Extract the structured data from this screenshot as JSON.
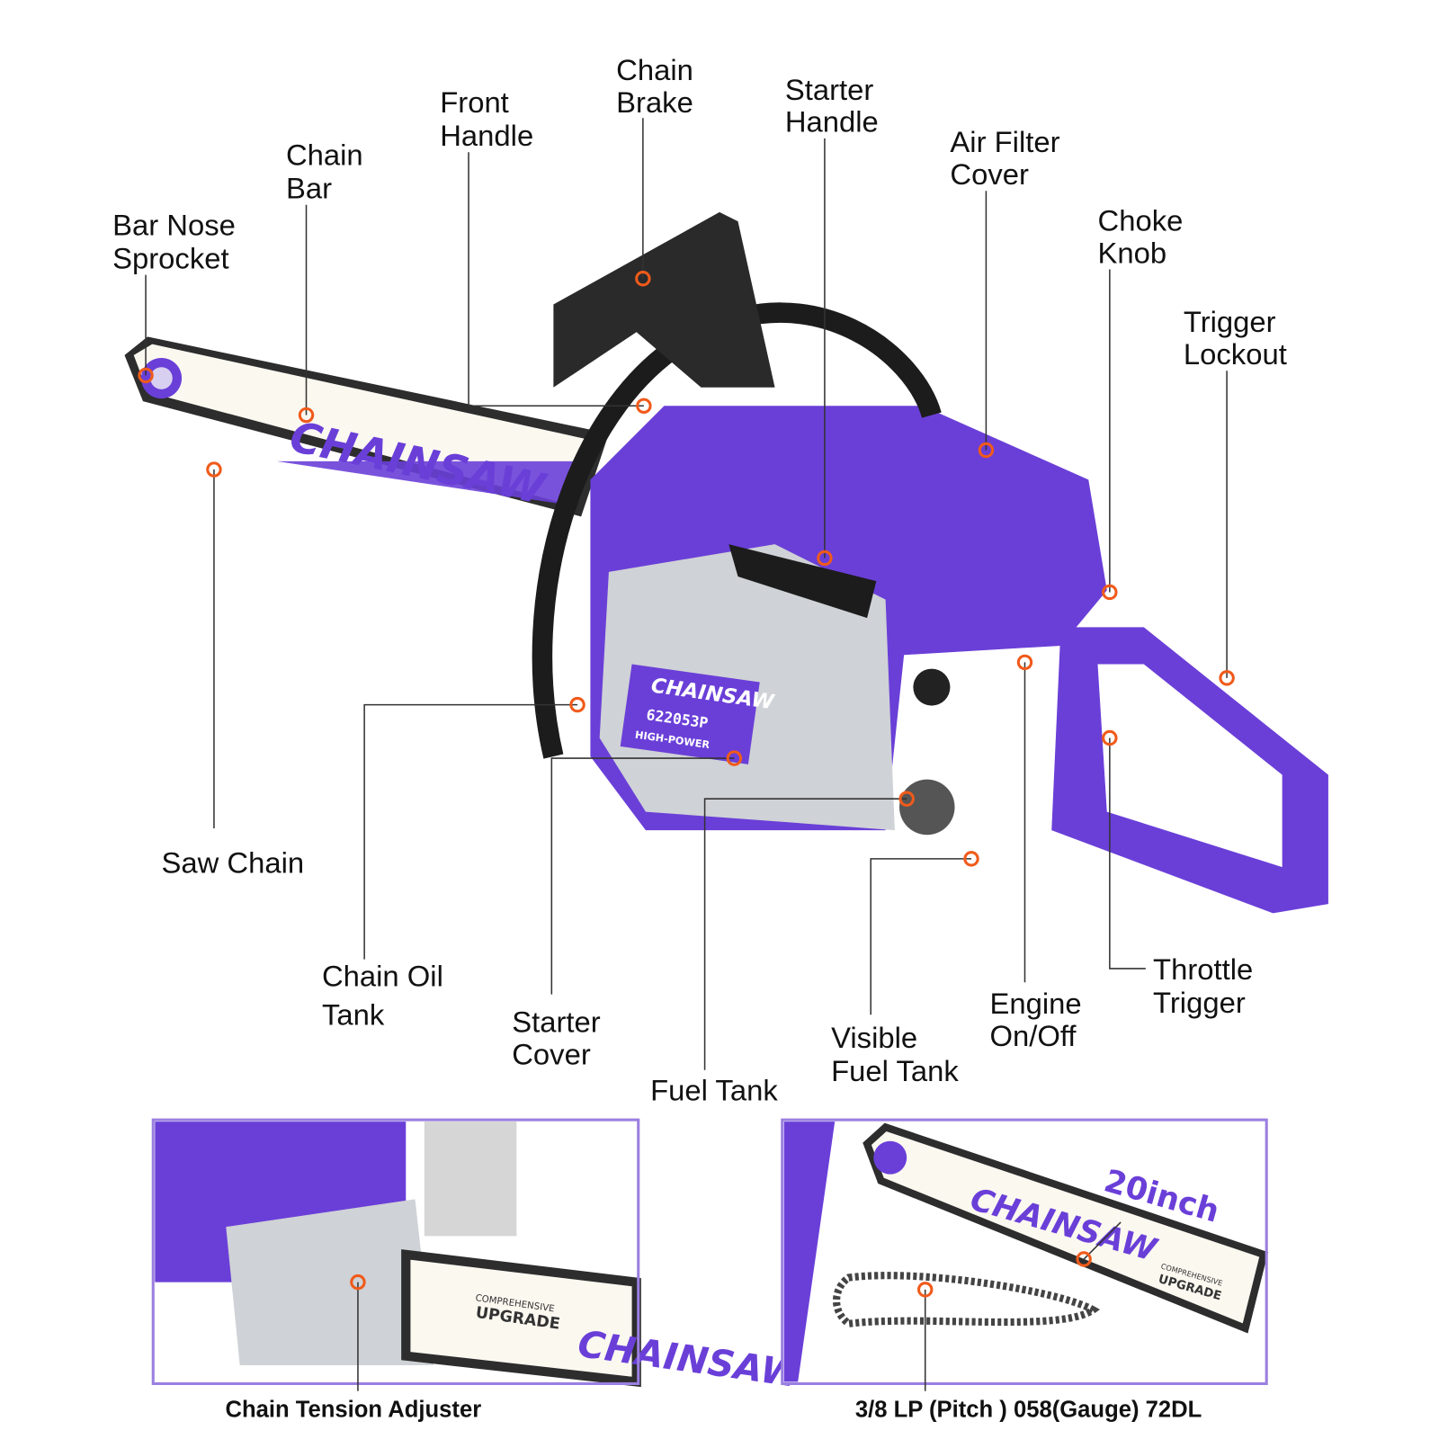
{
  "labels": {
    "bar_nose_sprocket": [
      "Bar Nose",
      "Sprocket"
    ],
    "chain_bar": [
      "Chain",
      "Bar"
    ],
    "front_handle": [
      "Front",
      "Handle"
    ],
    "chain_brake": [
      "Chain",
      "Brake"
    ],
    "starter_handle": [
      "Starter",
      "Handle"
    ],
    "air_filter_cover": [
      "Air Filter",
      "Cover"
    ],
    "choke_knob": [
      "Choke",
      "Knob"
    ],
    "trigger_lockout": [
      "Trigger",
      "Lockout"
    ],
    "saw_chain": [
      "Saw Chain"
    ],
    "chain_oil_tank": [
      "Chain Oil",
      "Tank"
    ],
    "starter_cover": [
      "Starter",
      "Cover"
    ],
    "fuel_tank": [
      "Fuel Tank"
    ],
    "visible_fuel_tank": [
      "Visible",
      "Fuel Tank"
    ],
    "engine_on_off": [
      "Engine",
      "On/Off"
    ],
    "throttle_trigger": [
      "Throttle",
      "Trigger"
    ]
  },
  "product": {
    "bar_brand": "CHAINSAW",
    "body_brand": "CHAINSAW",
    "model": "622053P",
    "power": "HIGH-POWER"
  },
  "insets": {
    "left": {
      "caption": "Chain Tension Adjuster",
      "bar_text": "COMPREHENSIVE",
      "bar_text2": "UPGRADE",
      "brand": "CHAINSAW"
    },
    "right": {
      "caption": "3/8 LP (Pitch ) 058(Gauge) 72DL",
      "size": "20inch",
      "brand": "CHAINSAW",
      "bar_text": "COMPREHENSIVE",
      "bar_text2": "UPGRADE"
    }
  },
  "colors": {
    "accent": "#6a3fd8",
    "marker": "#f05a1a",
    "inset_border": "#9b7fe0"
  }
}
